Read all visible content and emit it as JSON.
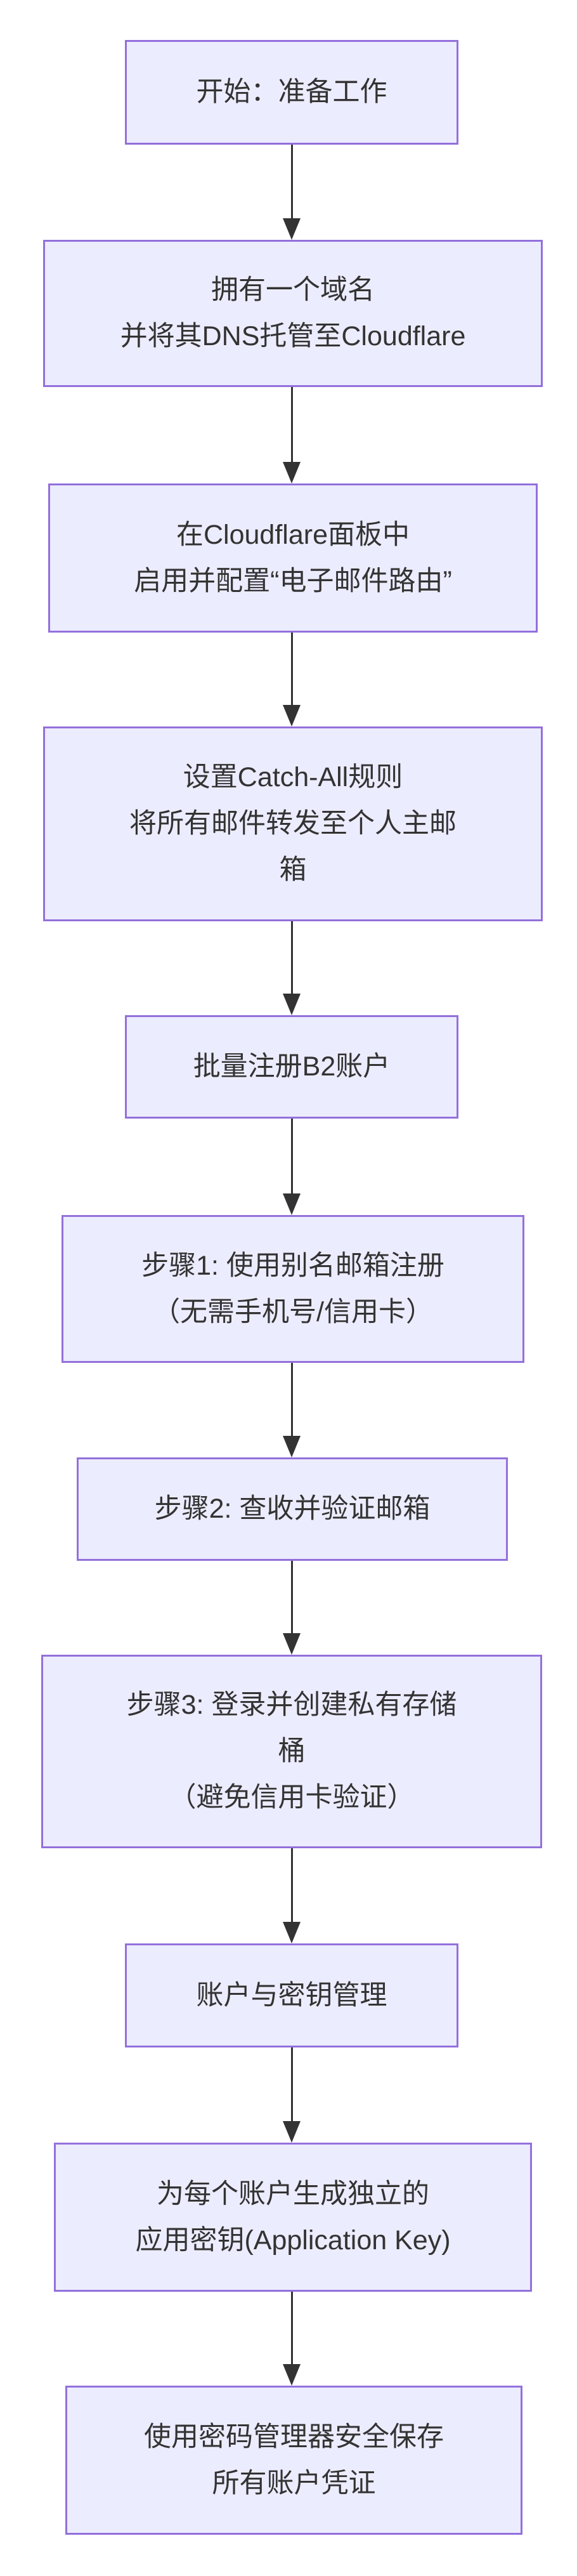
{
  "diagram": {
    "type": "flowchart-top-down",
    "colors": {
      "background": "#ffffff",
      "node_fill": "#ECECFF",
      "node_border": "#9370DB",
      "text_color": "#333333",
      "arrow_color": "#333333"
    },
    "nodes": [
      {
        "name": "start",
        "lines": [
          "开始：准备工作"
        ]
      },
      {
        "name": "domain-dns",
        "lines": [
          "拥有一个域名",
          "并将其DNS托管至Cloudflare"
        ]
      },
      {
        "name": "email-routing",
        "lines": [
          "在Cloudflare面板中",
          "启用并配置“电子邮件路由”"
        ]
      },
      {
        "name": "catch-all",
        "lines": [
          "设置Catch-All规则",
          "将所有邮件转发至个人主邮",
          "箱"
        ]
      },
      {
        "name": "batch-register",
        "lines": [
          "批量注册B2账户"
        ]
      },
      {
        "name": "step1-alias-signup",
        "lines": [
          "步骤1: 使用别名邮箱注册",
          "（无需手机号/信用卡）"
        ]
      },
      {
        "name": "step2-verify-email",
        "lines": [
          "步骤2: 查收并验证邮箱"
        ]
      },
      {
        "name": "step3-create-bucket",
        "lines": [
          "步骤3: 登录并创建私有存储",
          "桶",
          "（避免信用卡验证）"
        ]
      },
      {
        "name": "account-key-management",
        "lines": [
          "账户与密钥管理"
        ]
      },
      {
        "name": "generate-app-keys",
        "lines": [
          "为每个账户生成独立的",
          "应用密钥(Application Key)"
        ]
      },
      {
        "name": "password-manager",
        "lines": [
          "使用密码管理器安全保存",
          "所有账户凭证"
        ]
      }
    ],
    "edges": [
      {
        "from": 0,
        "to": 1
      },
      {
        "from": 1,
        "to": 2
      },
      {
        "from": 2,
        "to": 3
      },
      {
        "from": 3,
        "to": 4
      },
      {
        "from": 4,
        "to": 5
      },
      {
        "from": 5,
        "to": 6
      },
      {
        "from": 6,
        "to": 7
      },
      {
        "from": 7,
        "to": 8
      },
      {
        "from": 8,
        "to": 9
      },
      {
        "from": 9,
        "to": 10
      }
    ]
  }
}
